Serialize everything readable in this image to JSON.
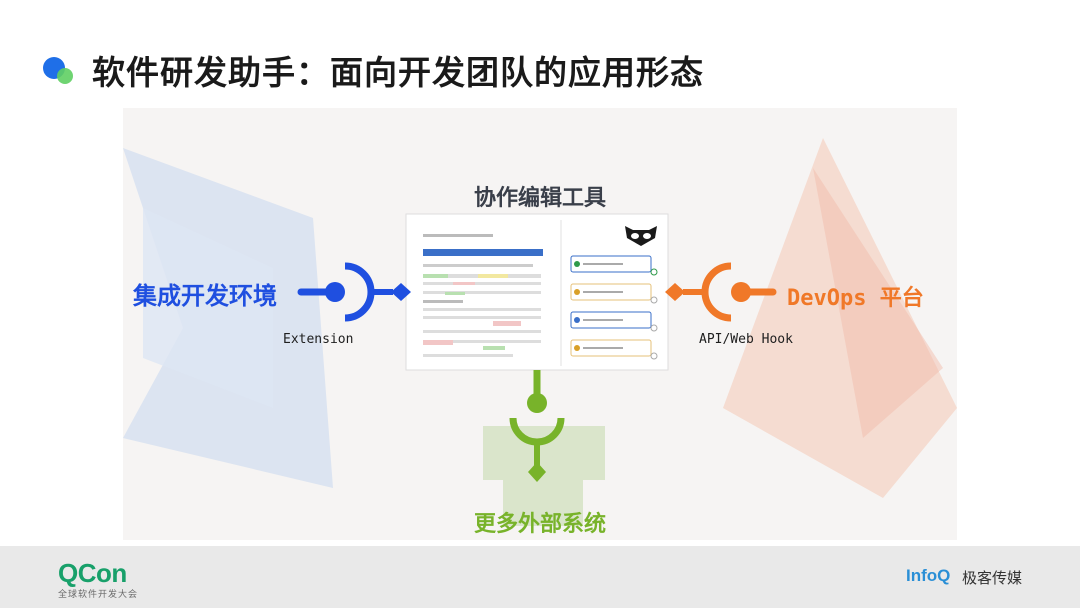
{
  "slide": {
    "title": "软件研发助手：面向开发团队的应用形态"
  },
  "diagram": {
    "center_title": "协作编辑工具",
    "left_tool": "集成开发环境",
    "left_connector": "Extension",
    "right_tool": "DevOps 平台",
    "right_connector": "API/Web Hook",
    "bottom_tool": "更多外部系统"
  },
  "footer": {
    "left_logo": "QCon",
    "left_sub": "全球软件开发大会",
    "right_logo": "InfoQ",
    "right_cn": "极客传媒"
  },
  "colors": {
    "blue": "#1f4fe0",
    "orange": "#f07828",
    "green": "#78b32a",
    "title_dot_blue": "#1f6fe8",
    "title_dot_green": "#5fcf63"
  }
}
